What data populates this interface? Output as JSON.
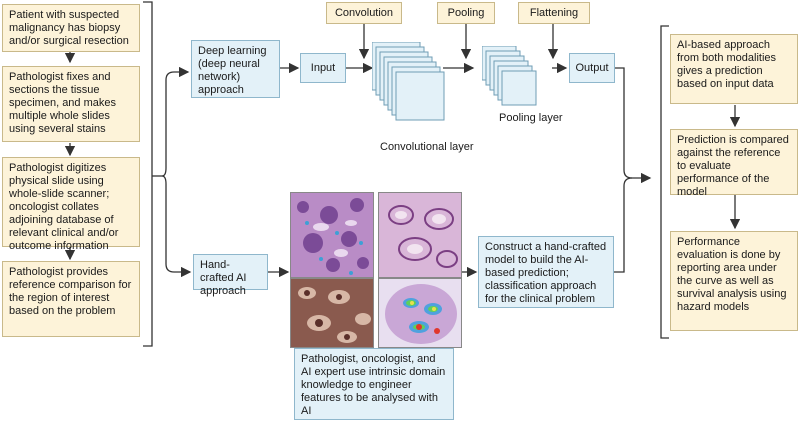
{
  "left_steps": [
    "Patient with suspected malignancy has biopsy and/or surgical resection",
    "Pathologist fixes and sections the tissue specimen, and makes multiple whole slides using several stains",
    "Pathologist digitizes physical slide using whole-slide scanner; oncologist collates adjoining database of relevant clinical and/or outcome information",
    "Pathologist provides reference comparison for the region of interest based on the problem"
  ],
  "deep_learning": {
    "approach": "Deep learning (deep neural network) approach",
    "input": "Input",
    "convolution": "Convolution",
    "pooling": "Pooling",
    "flattening": "Flattening",
    "output": "Output",
    "conv_layer": "Convolutional layer",
    "pool_layer": "Pooling layer"
  },
  "handcrafted": {
    "approach": "Hand-crafted AI approach",
    "construct": "Construct a hand-crafted model to build the AI-based prediction; classification approach for the clinical problem",
    "expert": "Pathologist, oncologist, and AI expert use intrinsic domain knowledge to engineer features to be analysed with AI"
  },
  "right_steps": [
    "AI-based approach from both modalities gives a prediction based on input data",
    "Prediction is compared against the reference to evaluate performance of the model",
    "Performance evaluation is done by reporting area under the curve as well as survival analysis using hazard models"
  ],
  "colors": {
    "cream": "#fdf3d9",
    "blue": "#e3f1f8",
    "line": "#333333"
  }
}
